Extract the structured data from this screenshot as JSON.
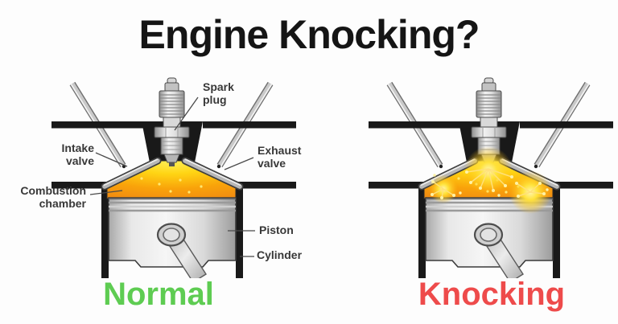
{
  "title": "Engine Knocking?",
  "diagram_labels": {
    "spark_plug": "Spark plug",
    "intake_valve": "Intake valve",
    "exhaust_valve": "Exhaust valve",
    "combustion_chamber": "Combustion chamber",
    "piston": "Piston",
    "cylinder": "Cylinder"
  },
  "captions": {
    "normal": "Normal",
    "knocking": "Knocking"
  },
  "colors": {
    "normal_green": "#5ecc52",
    "knocking_red": "#ee4b4b",
    "flame_orange": "#ee8513",
    "flame_yellow": "#ffd514",
    "engine_black": "#191919",
    "title_black": "#151515",
    "label_gray": "#383838"
  }
}
